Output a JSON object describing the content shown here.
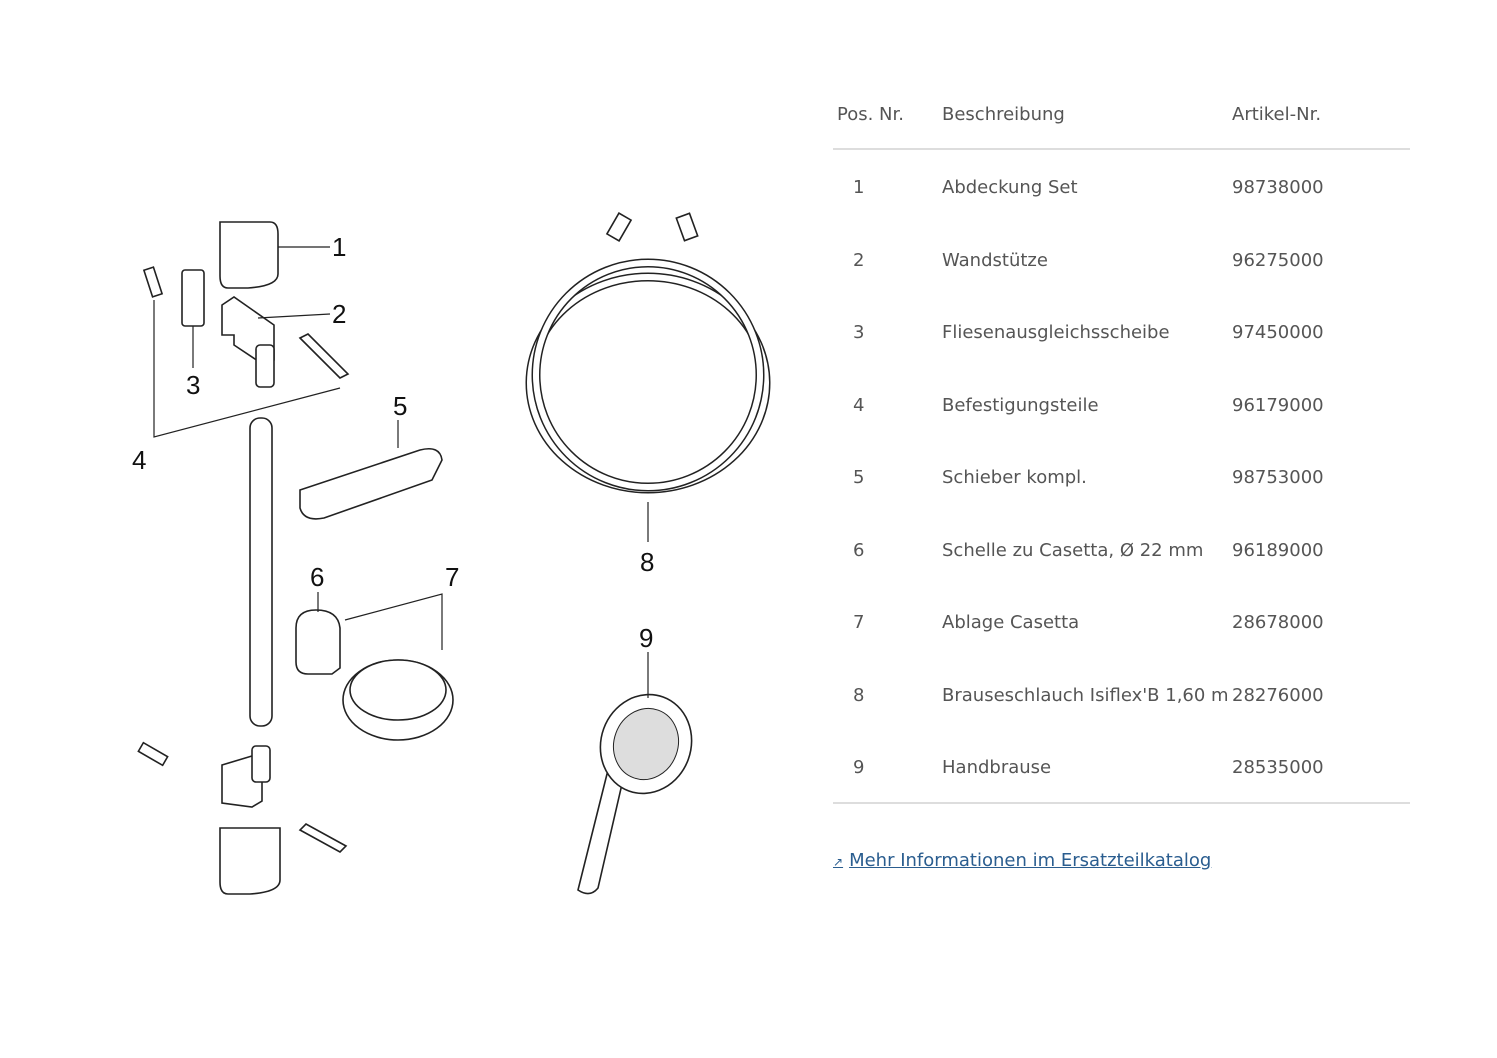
{
  "drawing": {
    "callouts": [
      "1",
      "2",
      "3",
      "4",
      "5",
      "6",
      "7",
      "8",
      "9"
    ]
  },
  "table": {
    "headers": {
      "pos": "Pos. Nr.",
      "description": "Beschreibung",
      "article": "Artikel-Nr."
    },
    "rows": [
      {
        "pos": "1",
        "description": "Abdeckung Set",
        "article": "98738000"
      },
      {
        "pos": "2",
        "description": "Wandstütze",
        "article": "96275000"
      },
      {
        "pos": "3",
        "description": "Fliesenausgleichsscheibe",
        "article": "97450000"
      },
      {
        "pos": "4",
        "description": "Befestigungsteile",
        "article": "96179000"
      },
      {
        "pos": "5",
        "description": "Schieber kompl.",
        "article": "98753000"
      },
      {
        "pos": "6",
        "description": "Schelle zu Casetta, Ø 22 mm",
        "article": "96189000"
      },
      {
        "pos": "7",
        "description": "Ablage Casetta",
        "article": "28678000"
      },
      {
        "pos": "8",
        "description": "Brauseschlauch Isiflex'B 1,60 m",
        "article": "28276000"
      },
      {
        "pos": "9",
        "description": "Handbrause",
        "article": "28535000"
      }
    ]
  },
  "link": {
    "icon": "external-link-icon",
    "arrow": "↗",
    "label": "Mehr Informationen im Ersatzteilkatalog"
  }
}
